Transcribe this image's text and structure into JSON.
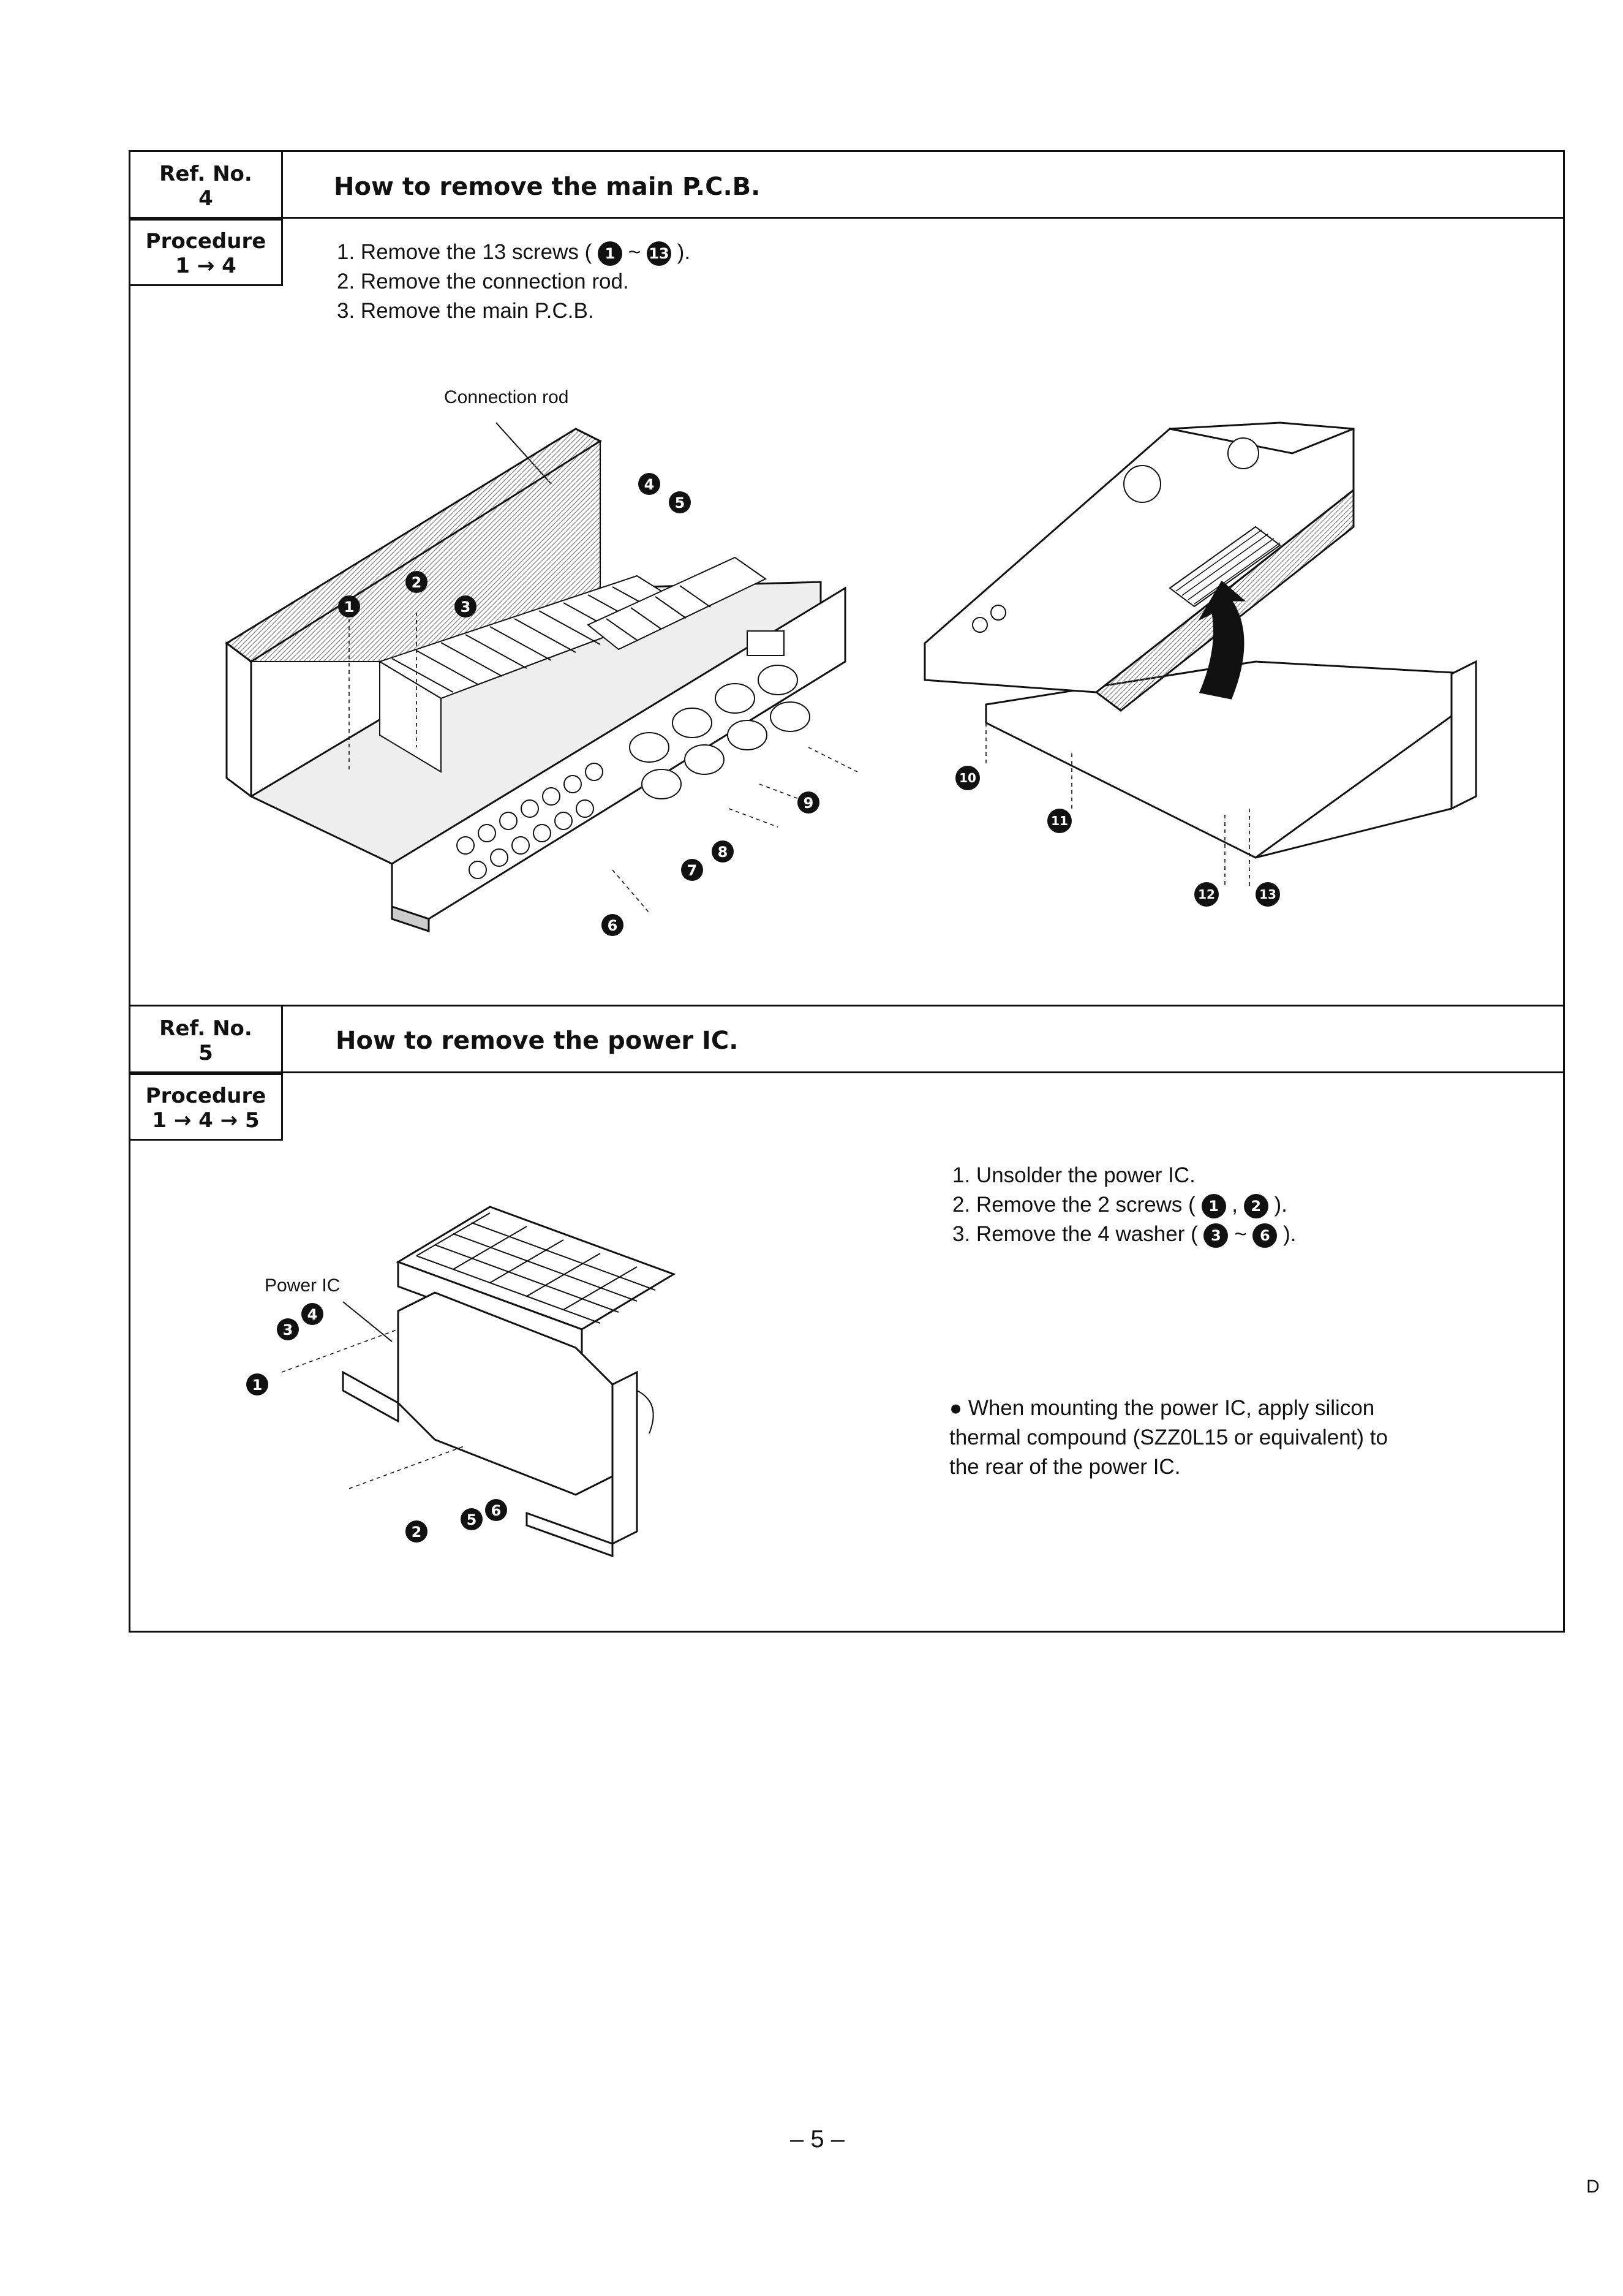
{
  "section4": {
    "ref_label": "Ref. No.",
    "ref_num": "4",
    "proc_label": "Procedure",
    "proc_val": "1 → 4",
    "title": "How to remove the main P.C.B.",
    "step1_pre": "1. Remove the 13 screws (",
    "step1_badge_a": "1",
    "step1_mid": "~",
    "step1_badge_b": "13",
    "step1_post": ").",
    "step2": "2. Remove the connection rod.",
    "step3": "3. Remove the main P.C.B.",
    "figure_label": "Connection rod"
  },
  "section5": {
    "ref_label": "Ref. No.",
    "ref_num": "5",
    "proc_label": "Procedure",
    "proc_val": "1 → 4 → 5",
    "title": "How to remove the power IC.",
    "step1": "1. Unsolder the power IC.",
    "step2_pre": "2. Remove the 2 screws (",
    "step2_badge_a": "1",
    "step2_mid": ",",
    "step2_badge_b": "2",
    "step2_post": ").",
    "step3_pre": "3. Remove the 4 washer (",
    "step3_badge_a": "3",
    "step3_mid": "~",
    "step3_badge_b": "6",
    "step3_post": ").",
    "figure_label": "Power IC",
    "note": "● When mounting the power IC, apply silicon thermal compound (SZZ0L15 or equivalent) to the rear of the power IC."
  },
  "footer": {
    "page_number": "– 5 –",
    "corner_mark": "D"
  }
}
